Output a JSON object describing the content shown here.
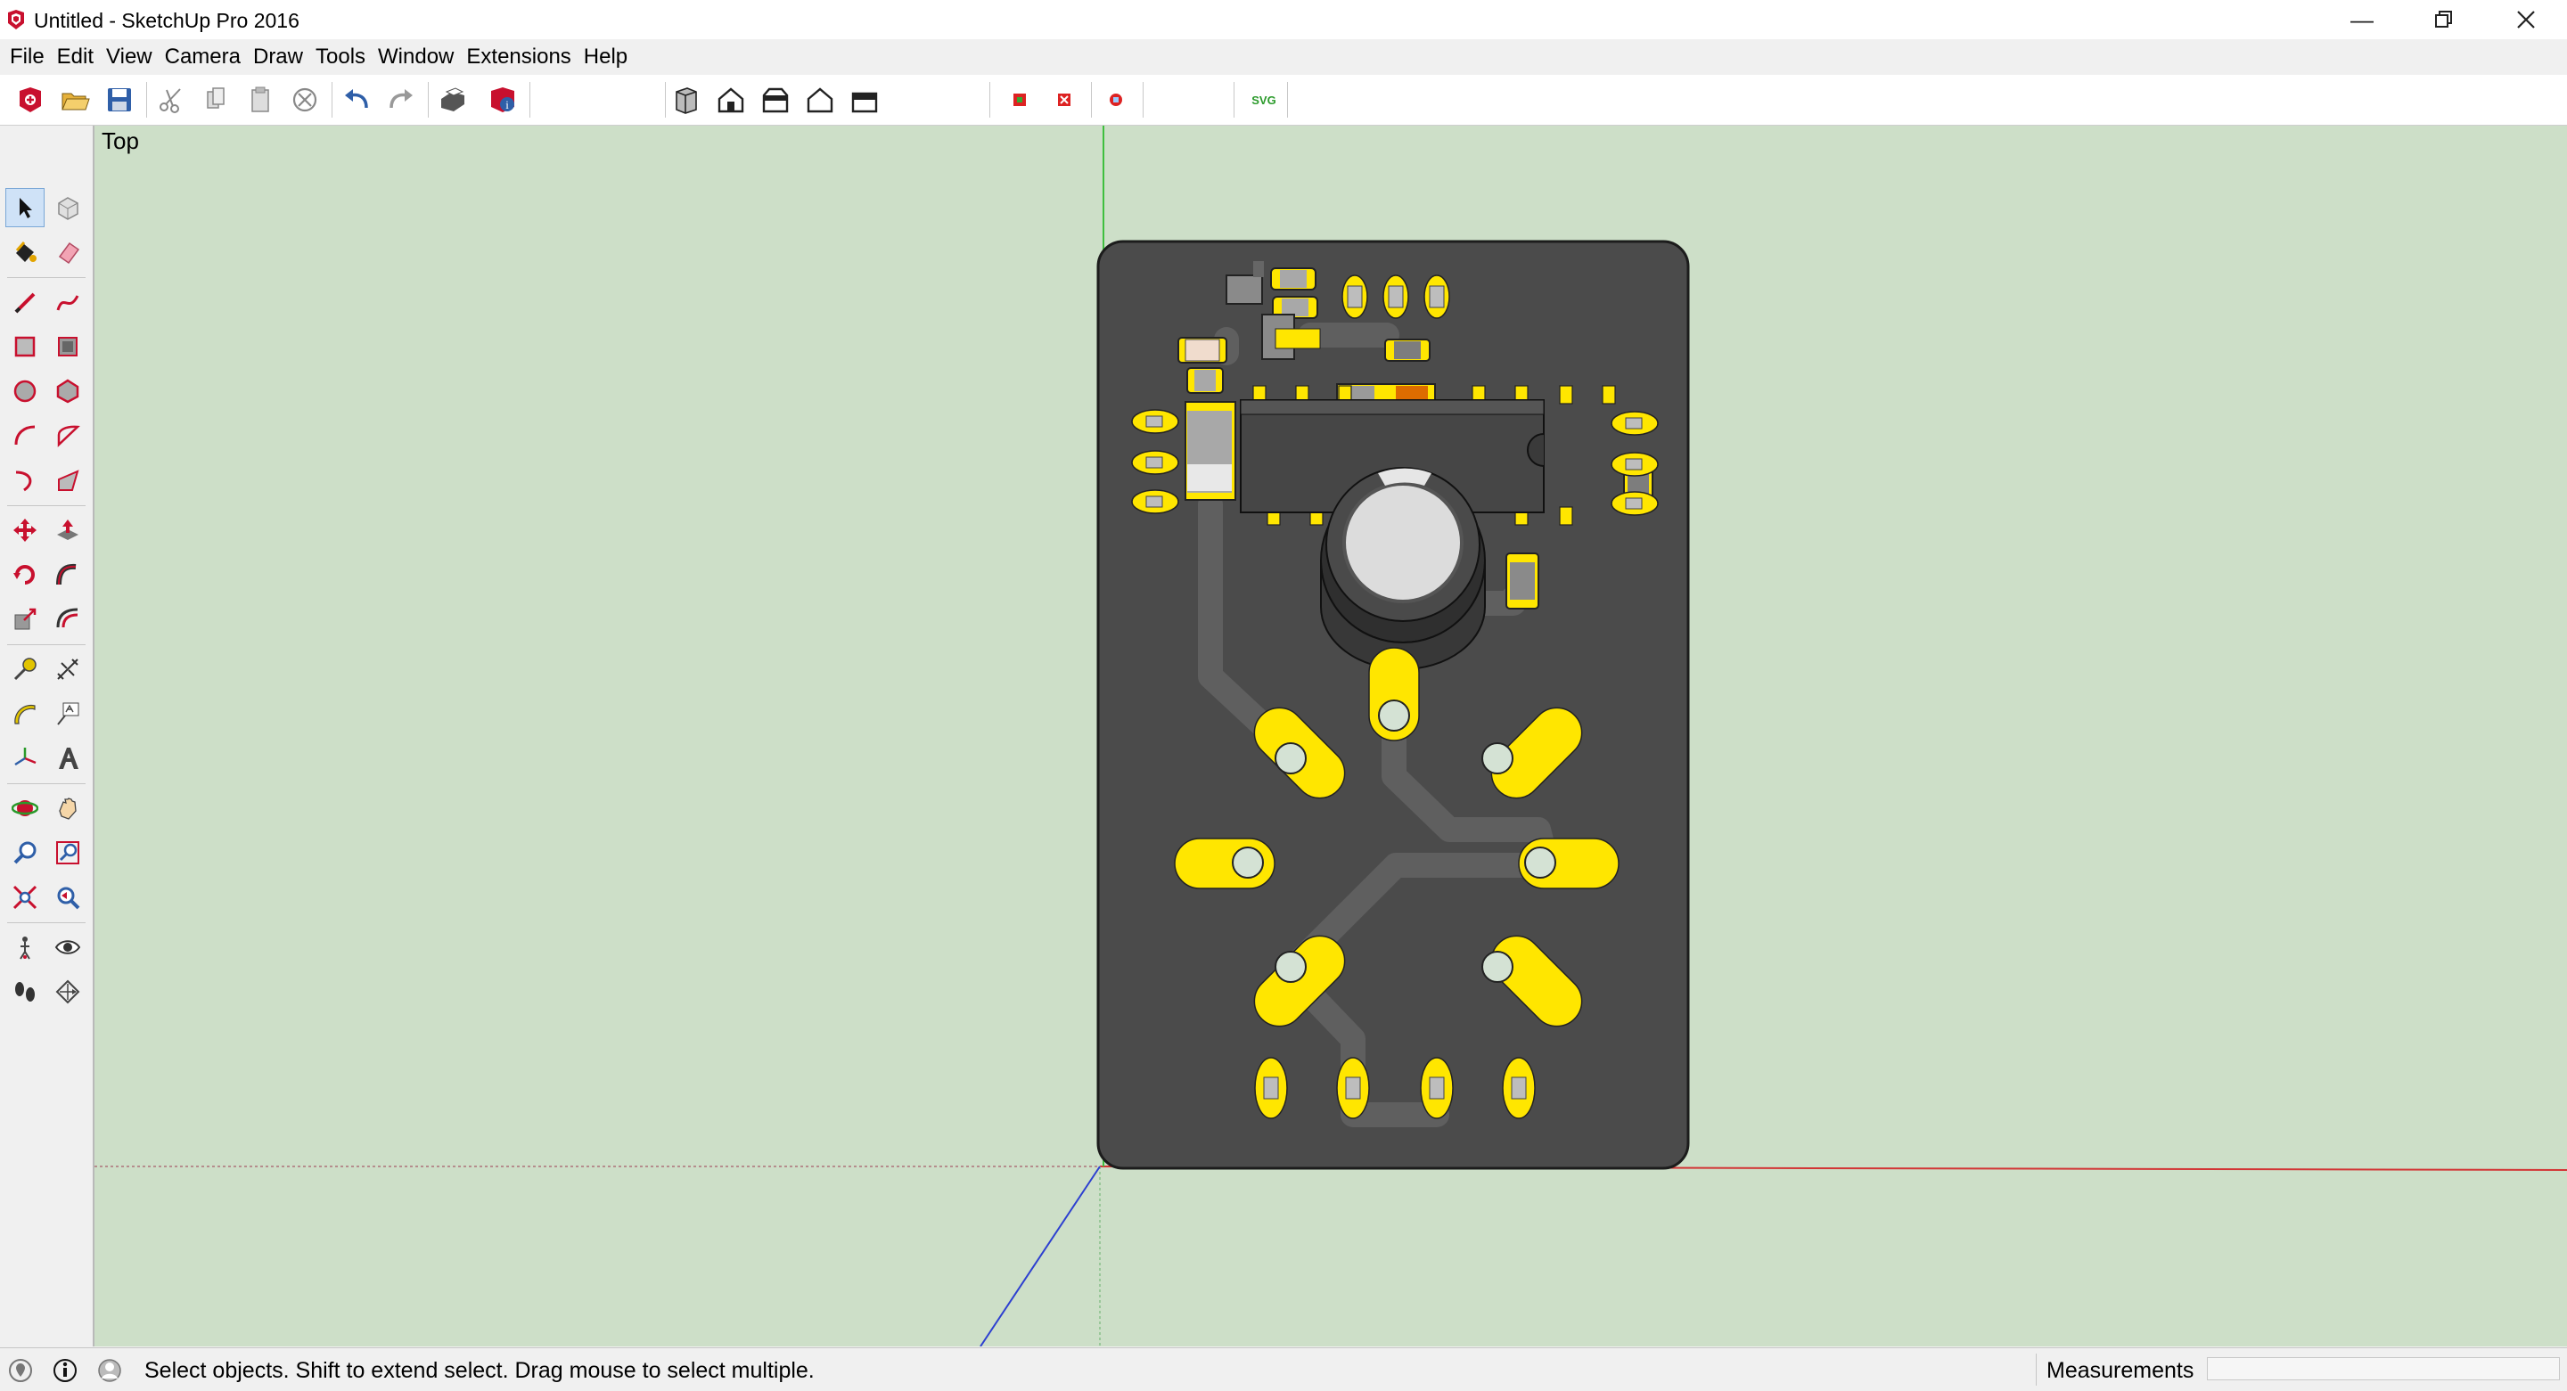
{
  "window": {
    "title": "Untitled - SketchUp Pro 2016",
    "controls": [
      "minimize",
      "restore",
      "close"
    ]
  },
  "menu": [
    "File",
    "Edit",
    "View",
    "Camera",
    "Draw",
    "Tools",
    "Window",
    "Extensions",
    "Help"
  ],
  "toolbar": {
    "groups": [
      [
        "new-model-icon",
        "open-icon",
        "save-icon"
      ],
      [
        "cut-icon",
        "copy-icon",
        "paste-icon",
        "erase-icon"
      ],
      [
        "undo-icon",
        "redo-icon"
      ],
      [
        "print-icon",
        "model-info-icon"
      ],
      [
        "iso-view-icon",
        "top-view-icon",
        "front-view-icon",
        "right-view-icon",
        "back-view-icon"
      ],
      [
        "plugin-a-icon",
        "plugin-b-icon"
      ],
      [
        "plugin-c-icon"
      ],
      [
        "svg-export-icon"
      ]
    ],
    "svg_label": "SVG"
  },
  "tools": [
    "select-tool-icon",
    "component-tool-icon",
    "paint-bucket-icon",
    "eraser-icon",
    "line-tool-icon",
    "freehand-tool-icon",
    "rectangle-tool-icon",
    "rotated-rectangle-icon",
    "circle-tool-icon",
    "polygon-tool-icon",
    "arc-tool-icon",
    "pie-tool-icon",
    "two-point-arc-icon",
    "three-point-arc-icon",
    "move-tool-icon",
    "push-pull-icon",
    "rotate-tool-icon",
    "follow-me-icon",
    "scale-tool-icon",
    "offset-tool-icon",
    "tape-measure-icon",
    "dimension-tool-icon",
    "protractor-icon",
    "text-tool-icon",
    "axes-tool-icon",
    "3d-text-icon",
    "orbit-tool-icon",
    "pan-tool-icon",
    "zoom-tool-icon",
    "zoom-window-icon",
    "zoom-extents-icon",
    "previous-view-icon",
    "position-camera-icon",
    "look-around-icon",
    "walk-tool-icon",
    "section-plane-icon"
  ],
  "viewport": {
    "scene_label": "Top",
    "background_color": "#cddfc8",
    "board_color": "#4b4b4b",
    "pad_color": "#ffe600",
    "trace_color": "#5f5f5f"
  },
  "status": {
    "message": "Select objects. Shift to extend select. Drag mouse to select multiple.",
    "measurements_label": "Measurements",
    "measurements_value": ""
  }
}
